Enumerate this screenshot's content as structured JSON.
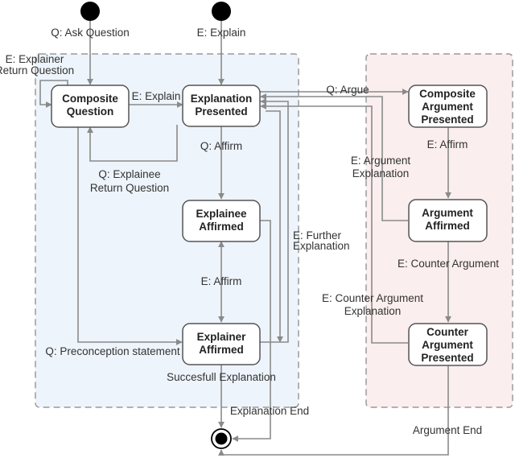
{
  "colors": {
    "left_region_fill": "#eef4fb",
    "right_region_fill": "#fbeeee",
    "region_border": "#9a9a9a",
    "edge": "#8a8a8a",
    "node_border": "#555555",
    "initial_dot": "#000000"
  },
  "nodes": {
    "composite_question": [
      "Composite",
      "Question"
    ],
    "explanation_presented": [
      "Explanation",
      "Presented"
    ],
    "explainee_affirmed": [
      "Explainee",
      "Affirmed"
    ],
    "explainer_affirmed": [
      "Explainer",
      "Affirmed"
    ],
    "composite_argument": [
      "Composite",
      "Argument",
      "Presented"
    ],
    "argument_affirmed": [
      "Argument",
      "Affirmed"
    ],
    "counter_argument": [
      "Counter",
      "Argument",
      "Presented"
    ]
  },
  "edge_labels": {
    "ask_question": "Q: Ask Question",
    "explain_start": "E: Explain",
    "explainer_return_question": [
      "E: Explainer",
      "Return Question"
    ],
    "explain": "E: Explain",
    "argue": "Q: Argue",
    "affirm_explanation": "Q: Affirm",
    "explainee_return_question": [
      "Q: Explainee",
      "Return Question"
    ],
    "argument_explanation": [
      "E: Argument",
      "Explanation"
    ],
    "affirm_argument": "E: Affirm",
    "further_explanation": [
      "E: Further",
      "Explanation"
    ],
    "counter_argument": "E: Counter Argument",
    "affirm_explainer": "E: Affirm",
    "counter_argument_explanation": [
      "E: Counter Argument",
      "Explanation"
    ],
    "preconception_statement": "Q: Preconception statement",
    "successful_explanation": "Succesfull Explanation",
    "explanation_end": "Explanation End",
    "argument_end": "Argument End"
  }
}
